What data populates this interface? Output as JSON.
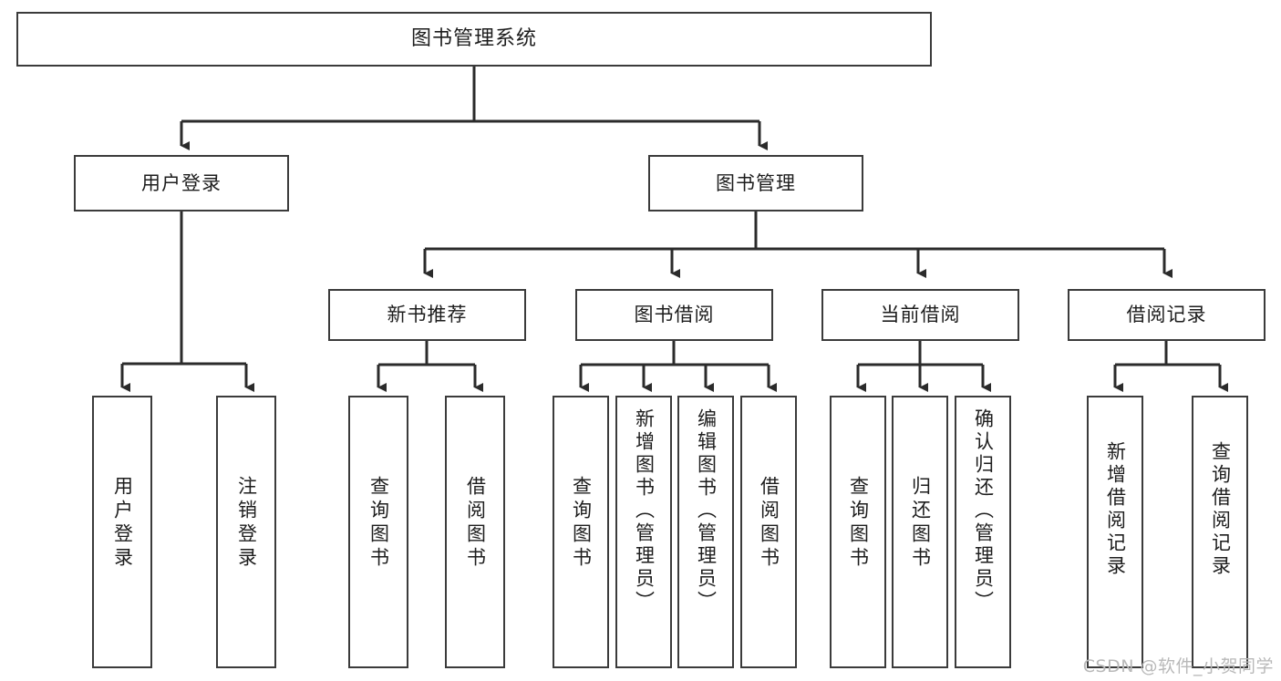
{
  "diagram": {
    "title": "图书管理系统",
    "type": "hierarchy-tree",
    "watermark": "CSDN @软件_小贺同学",
    "colors": {
      "background": "#ffffff",
      "box_border": "#3b3b3b",
      "box_fill": "#ffffff",
      "connector": "#2b2b2b",
      "text": "#1d1d1d",
      "watermark": "#b9b9b9"
    },
    "levels": [
      {
        "level": 0,
        "nodes": [
          {
            "id": "root",
            "label": "图书管理系统",
            "orientation": "horizontal"
          }
        ]
      },
      {
        "level": 1,
        "nodes": [
          {
            "id": "login",
            "label": "用户登录",
            "orientation": "horizontal",
            "parent": "root"
          },
          {
            "id": "bookmgmt",
            "label": "图书管理",
            "orientation": "horizontal",
            "parent": "root"
          }
        ]
      },
      {
        "level": 2,
        "nodes": [
          {
            "id": "newbook",
            "label": "新书推荐",
            "orientation": "horizontal",
            "parent": "bookmgmt"
          },
          {
            "id": "borrow",
            "label": "图书借阅",
            "orientation": "horizontal",
            "parent": "bookmgmt"
          },
          {
            "id": "current",
            "label": "当前借阅",
            "orientation": "horizontal",
            "parent": "bookmgmt"
          },
          {
            "id": "records",
            "label": "借阅记录",
            "orientation": "horizontal",
            "parent": "bookmgmt"
          }
        ]
      },
      {
        "level": 3,
        "nodes": [
          {
            "id": "leaf1",
            "label": "用户登录",
            "orientation": "vertical",
            "parent": "login"
          },
          {
            "id": "leaf2",
            "label": "注销登录",
            "orientation": "vertical",
            "parent": "login"
          },
          {
            "id": "leaf3",
            "label": "查询图书",
            "orientation": "vertical",
            "parent": "newbook"
          },
          {
            "id": "leaf4",
            "label": "借阅图书",
            "orientation": "vertical",
            "parent": "newbook"
          },
          {
            "id": "leaf5",
            "label": "查询图书",
            "orientation": "vertical",
            "parent": "borrow"
          },
          {
            "id": "leaf6",
            "label": "新增图书（管理员）",
            "orientation": "vertical",
            "parent": "borrow"
          },
          {
            "id": "leaf7",
            "label": "编辑图书（管理员）",
            "orientation": "vertical",
            "parent": "borrow"
          },
          {
            "id": "leaf8",
            "label": "借阅图书",
            "orientation": "vertical",
            "parent": "borrow"
          },
          {
            "id": "leaf9",
            "label": "查询图书",
            "orientation": "vertical",
            "parent": "current"
          },
          {
            "id": "leaf10",
            "label": "归还图书",
            "orientation": "vertical",
            "parent": "current"
          },
          {
            "id": "leaf11",
            "label": "确认归还（管理员）",
            "orientation": "vertical",
            "parent": "current"
          },
          {
            "id": "leaf12",
            "label": "新增借阅记录",
            "orientation": "vertical",
            "parent": "records"
          },
          {
            "id": "leaf13",
            "label": "查询借阅记录",
            "orientation": "vertical",
            "parent": "records"
          }
        ]
      }
    ],
    "edges": [
      {
        "from": "root",
        "to": "login"
      },
      {
        "from": "root",
        "to": "bookmgmt"
      },
      {
        "from": "bookmgmt",
        "to": "newbook"
      },
      {
        "from": "bookmgmt",
        "to": "borrow"
      },
      {
        "from": "bookmgmt",
        "to": "current"
      },
      {
        "from": "bookmgmt",
        "to": "records"
      },
      {
        "from": "login",
        "to": "leaf1"
      },
      {
        "from": "login",
        "to": "leaf2"
      },
      {
        "from": "newbook",
        "to": "leaf3"
      },
      {
        "from": "newbook",
        "to": "leaf4"
      },
      {
        "from": "borrow",
        "to": "leaf5"
      },
      {
        "from": "borrow",
        "to": "leaf6"
      },
      {
        "from": "borrow",
        "to": "leaf7"
      },
      {
        "from": "borrow",
        "to": "leaf8"
      },
      {
        "from": "current",
        "to": "leaf9"
      },
      {
        "from": "current",
        "to": "leaf10"
      },
      {
        "from": "current",
        "to": "leaf11"
      },
      {
        "from": "records",
        "to": "leaf12"
      },
      {
        "from": "records",
        "to": "leaf13"
      }
    ]
  }
}
